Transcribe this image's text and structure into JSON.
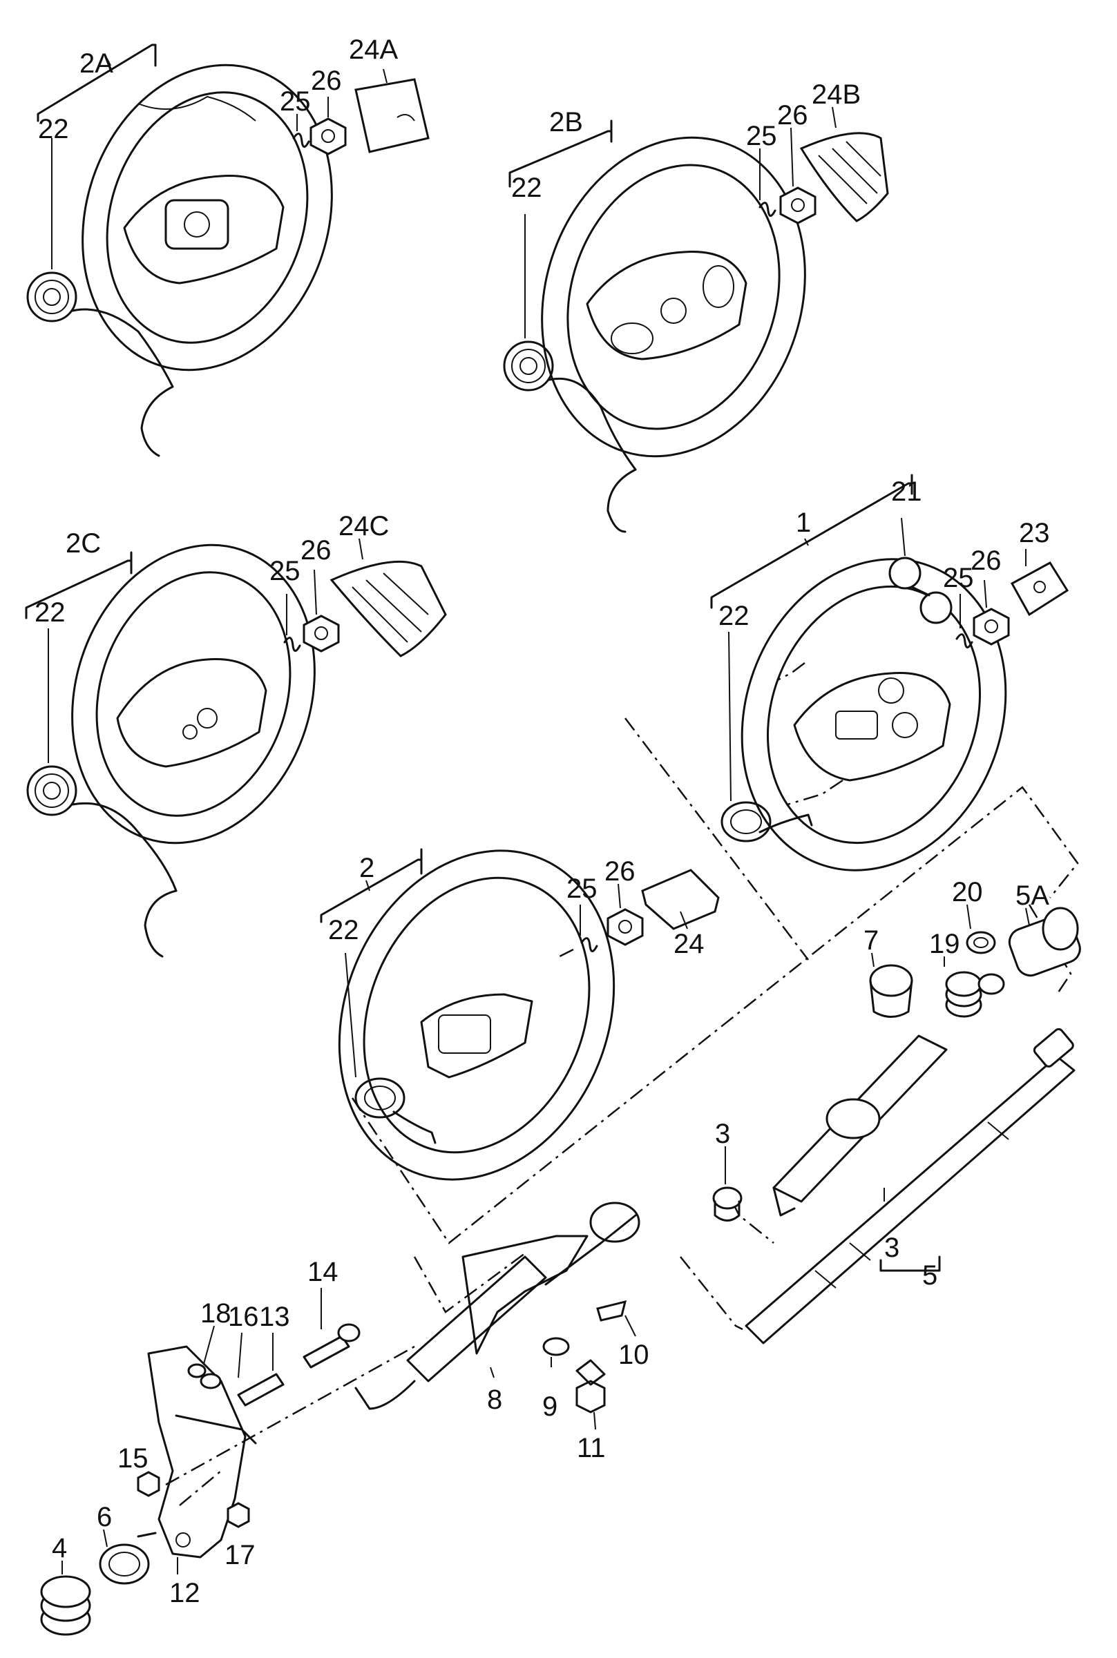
{
  "labels": {
    "l1": "1",
    "l2": "2",
    "l2A": "2A",
    "l2B": "2B",
    "l2C": "2C",
    "l3a": "3",
    "l3b": "3",
    "l4": "4",
    "l5": "5",
    "l5A": "5A",
    "l6": "6",
    "l7": "7",
    "l8": "8",
    "l9": "9",
    "l10": "10",
    "l11": "11",
    "l12": "12",
    "l13": "13",
    "l14": "14",
    "l15": "15",
    "l16": "16",
    "l17": "17",
    "l18": "18",
    "l19": "19",
    "l20": "20",
    "l21": "21",
    "l22a": "22",
    "l22b": "22",
    "l22c": "22",
    "l22d": "22",
    "l22e": "22",
    "l23": "23",
    "l24": "24",
    "l24A": "24A",
    "l24B": "24B",
    "l24C": "24C",
    "l25a": "25",
    "l25b": "25",
    "l25c": "25",
    "l25d": "25",
    "l25e": "25",
    "l26a": "26",
    "l26b": "26",
    "l26c": "26",
    "l26d": "26",
    "l26e": "26"
  }
}
